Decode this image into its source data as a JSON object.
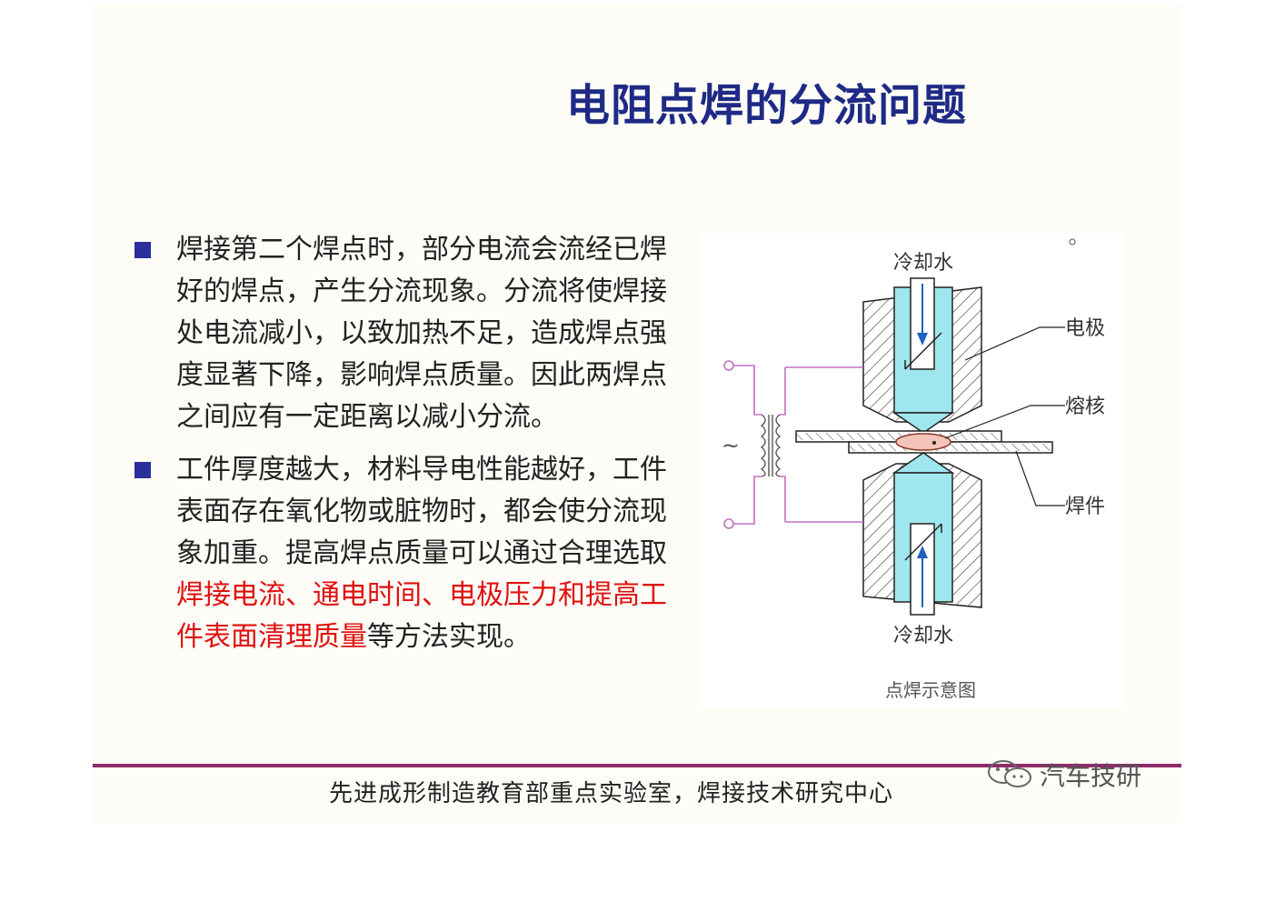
{
  "slide": {
    "title": "电阻点焊的分流问题",
    "bullets": [
      {
        "segments": [
          {
            "text": "焊接第二个焊点时，部分电流会流经已焊好的焊点，产生分流现象。分流将使焊接处电流减小，以致加热不足，造成焊点强度显著下降，影响焊点质量。因此两焊点之间应有一定距离以减小分流。",
            "highlight": false
          }
        ]
      },
      {
        "segments": [
          {
            "text": "工件厚度越大，材料导电性能越好，工件表面存在氧化物或脏物时，都会使分流现象加重。提高焊点质量可以通过合理选取",
            "highlight": false
          },
          {
            "text": "焊接电流、通电时间、电极压力和提高工件表面清理质量",
            "highlight": true
          },
          {
            "text": "等方法实现。",
            "highlight": false
          }
        ]
      }
    ],
    "figure": {
      "label_top_water": "冷却水",
      "label_bottom_water": "冷却水",
      "label_electrode": "电极",
      "label_nugget": "熔核",
      "label_workpiece": "焊件",
      "caption": "点焊示意图",
      "ac_symbol": "~"
    },
    "footer": {
      "text": "先进成形制造教育部重点实验室，焊接技术研究中心",
      "watermark": "汽车技研"
    },
    "colors": {
      "title": "#1f2a86",
      "highlight": "#e01010",
      "bullet_square": "#2b2f9e",
      "footer_line": "#8e2b6a",
      "wire": "#c070c0",
      "coolant": "#9fe6ee"
    }
  }
}
